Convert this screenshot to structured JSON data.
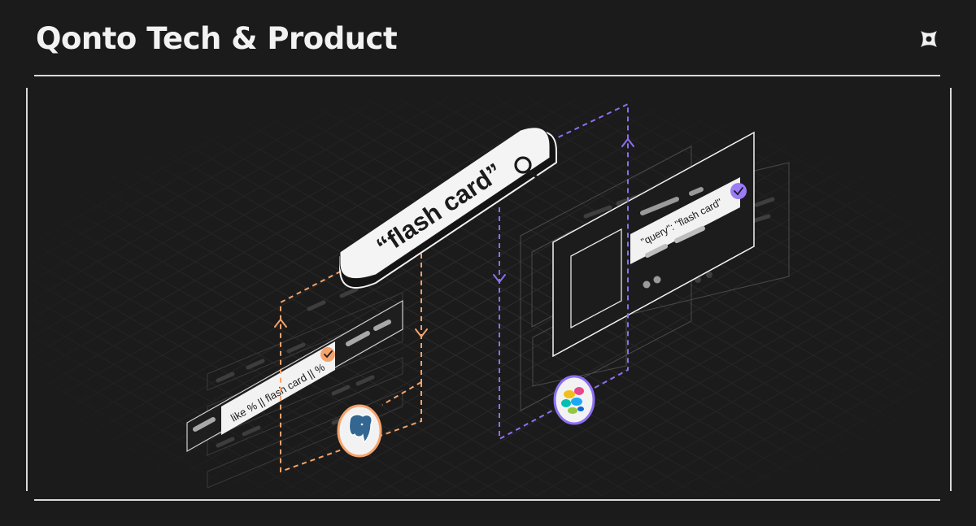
{
  "header": {
    "title": "Qonto Tech & Product",
    "logo_icon": "qonto-x-logo-icon"
  },
  "illustration": {
    "search_bar": {
      "query": "“flash card”",
      "icon": "magnifier-icon"
    },
    "sql_panel": {
      "result_text": "like % || flash card || %",
      "badge_icon": "check-icon",
      "badge_color": "#f4a36c",
      "db_icon": "postgresql-elephant-icon"
    },
    "es_panel": {
      "result_text": "\"query\": \"flash card\"",
      "badge_icon": "check-icon",
      "badge_color": "#9b7bf7",
      "engine_icon": "elasticsearch-icon"
    },
    "colors": {
      "background": "#1b1b1b",
      "orange_flow": "#f4a36c",
      "purple_flow": "#8e6ff2"
    }
  }
}
